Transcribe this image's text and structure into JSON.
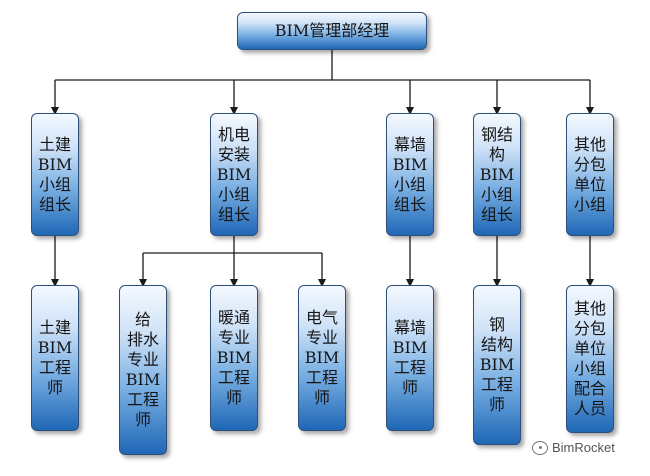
{
  "root": {
    "label": "BIM管理部经理"
  },
  "level2": [
    {
      "id": "civil",
      "label": "土建\nBIM\n小组\n组长"
    },
    {
      "id": "mep",
      "label": "机电\n安装\nBIM\n小组\n组长"
    },
    {
      "id": "curtain",
      "label": "幕墙\nBIM\n小组\n组长"
    },
    {
      "id": "steel",
      "label": "钢结\n构\nBIM\n小组\n组长"
    },
    {
      "id": "other",
      "label": "其他\n分包\n单位\n小组"
    }
  ],
  "level3": [
    {
      "id": "civil-eng",
      "label": "土建\nBIM\n工程\n师"
    },
    {
      "id": "plumbing-eng",
      "label": "给\n排水\n专业\nBIM\n工程\n师"
    },
    {
      "id": "hvac-eng",
      "label": "暖通\n专业\nBIM\n工程\n师"
    },
    {
      "id": "electrical-eng",
      "label": "电气\n专业\nBIM\n工程\n师"
    },
    {
      "id": "curtain-eng",
      "label": "幕墙\nBIM\n工程\n师"
    },
    {
      "id": "steel-eng",
      "label": "钢\n结构\nBIM\n工程\n师"
    },
    {
      "id": "other-staff",
      "label": "其他\n分包\n单位\n小组\n配合\n人员"
    }
  ],
  "watermark": {
    "text": "BimRocket"
  }
}
